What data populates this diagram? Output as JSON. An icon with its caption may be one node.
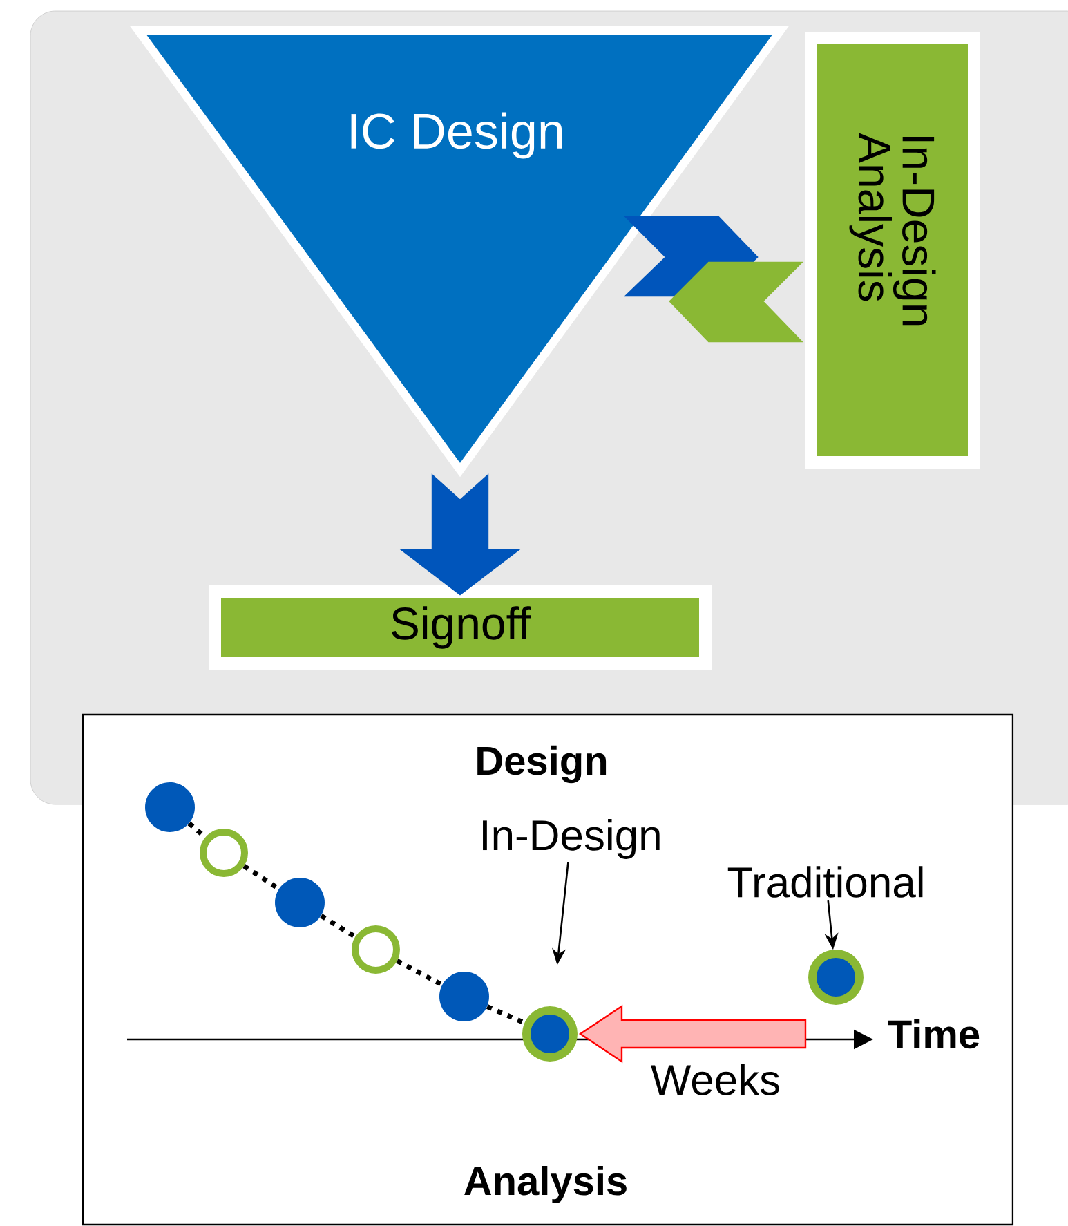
{
  "diagram": {
    "nodes": [
      {
        "text": [
          "IC Design"
        ]
      },
      {
        "text": [
          "In-Design Analysis"
        ]
      },
      {
        "text": [
          "Signoff"
        ]
      },
      {
        "text": [],
        "shape": "circle"
      },
      {
        "text": [],
        "shape": "circle"
      },
      {
        "text": [],
        "shape": "circle"
      },
      {
        "text": [],
        "shape": "circle"
      },
      {
        "text": [],
        "shape": "circle"
      },
      {
        "text": [],
        "shape": "circle"
      },
      {
        "text": [
          "In-Design"
        ]
      },
      {
        "text": [
          "Traditional"
        ]
      },
      {
        "text": [],
        "shape": "circle"
      }
    ],
    "edges": [
      {
        "from": 0,
        "to": 1,
        "arrow": "to",
        "style": "thick",
        "color": "#0055bb"
      },
      {
        "from": 1,
        "to": 0,
        "arrow": "to",
        "style": "thick",
        "color": "#8ab834"
      },
      {
        "from": 0,
        "to": 2,
        "arrow": "to",
        "style": "thick",
        "color": "#0055bb"
      },
      {
        "from": 3,
        "to": 4,
        "arrow": "none",
        "style": "dashed"
      },
      {
        "from": 4,
        "to": 5,
        "arrow": "none",
        "style": "dashed"
      },
      {
        "from": 5,
        "to": 6,
        "arrow": "none",
        "style": "dashed"
      },
      {
        "from": 6,
        "to": 7,
        "arrow": "none",
        "style": "dashed"
      },
      {
        "from": 7,
        "to": 8,
        "arrow": "none",
        "style": "dashed"
      },
      {
        "from": 9,
        "to": 8,
        "arrow": "to"
      },
      {
        "from": 10,
        "to": 11,
        "arrow": "to"
      },
      {
        "from": null,
        "to": 8,
        "arrow": "to",
        "label": "Weeks",
        "style": "thick",
        "color": "#ff0000"
      }
    ],
    "labels": [
      "Design",
      "Time",
      "Analysis"
    ]
  }
}
